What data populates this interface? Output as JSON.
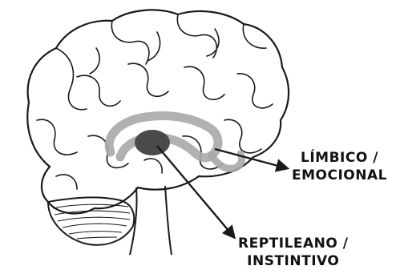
{
  "labels": {
    "limbic": {
      "line1": "LÍMBICO /",
      "line2": "EMOCIONAL"
    },
    "reptilian": {
      "line1": "REPTILEANO /",
      "line2": "INSTINTIVO"
    }
  },
  "colors": {
    "outline": "#1a1a1a",
    "limbic_highlight": "#a8a8a8",
    "reptilian_core": "#4a4a4a",
    "background": "#ffffff"
  }
}
